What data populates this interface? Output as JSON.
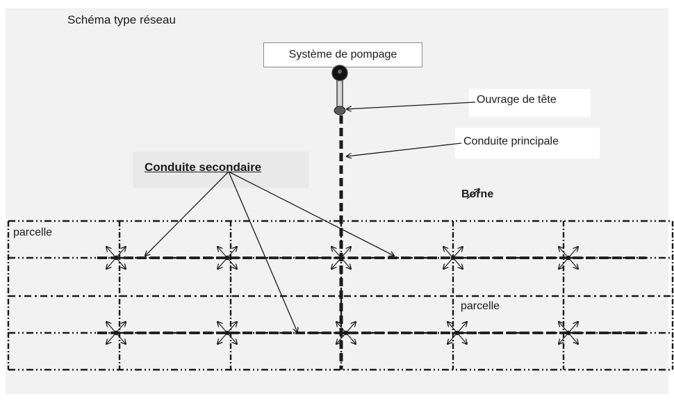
{
  "title": "Schéma type réseau",
  "labels": {
    "pumping_system": "Système de pompage",
    "head_works": "Ouvrage de tête",
    "main_pipe": "Conduite principale",
    "secondary_pipe": "Conduite secondaire",
    "hydrant": "Borne",
    "plot_1": "parcelle",
    "plot_2": "parcelle"
  },
  "colors": {
    "background": "#f2f2f2",
    "lines": "#1a1a1a",
    "secondary_label_bg": "#e9e9e9"
  },
  "icons": [
    "pump-icon",
    "head-works-icon",
    "hydrant-icon"
  ]
}
